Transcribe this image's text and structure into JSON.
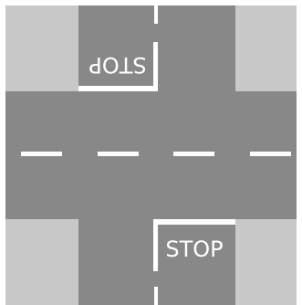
{
  "scene": {
    "type": "road-intersection",
    "colors": {
      "road": "#888888",
      "sidewalk": "#c8c8c8",
      "marking": "#ffffff"
    },
    "signs": {
      "north_stop": "STOP",
      "south_stop": "STOP"
    },
    "lanes": {
      "horizontal_dashes": 4
    }
  }
}
